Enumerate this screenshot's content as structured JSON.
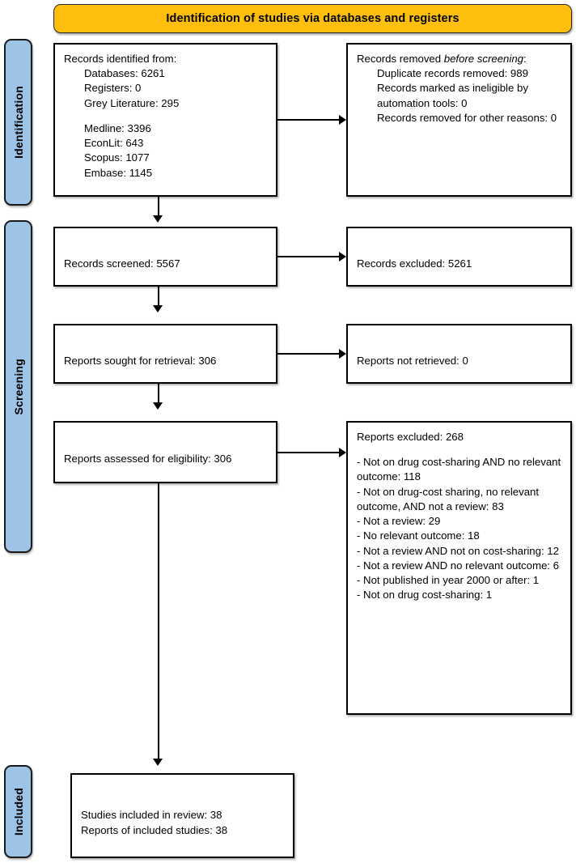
{
  "banner": {
    "title": "Identification of studies via databases and registers",
    "bg_color": "#FDBE0E"
  },
  "stages": {
    "identification": "Identification",
    "screening": "Screening",
    "included": "Included",
    "bg_color": "#9DC3E6"
  },
  "boxes": {
    "identified": {
      "heading": "Records identified from:",
      "lines": [
        "Databases: 6261",
        "Registers: 0",
        "Grey Literature: 295"
      ],
      "lines2": [
        "Medline: 3396",
        "EconLit: 643",
        "Scopus: 1077",
        "Embase: 1145"
      ]
    },
    "removed": {
      "heading_part1": "Records removed ",
      "heading_italic": "before screening",
      "heading_part2": ":",
      "lines": [
        "Duplicate records removed: 989",
        "Records marked as ineligible by automation tools: 0",
        "Records removed for other reasons: 0"
      ]
    },
    "screened": {
      "text": "Records screened: 5567"
    },
    "excluded": {
      "text": "Records excluded: 5261"
    },
    "sought": {
      "text": "Reports sought for retrieval: 306"
    },
    "not_retrieved": {
      "text": "Reports not retrieved: 0"
    },
    "assessed": {
      "text": "Reports assessed for eligibility: 306"
    },
    "reports_excluded": {
      "heading": "Reports excluded: 268",
      "reasons": [
        "- Not on drug cost-sharing AND no relevant outcome: 118",
        "- Not on drug-cost sharing, no relevant outcome, AND not a review: 83",
        "- Not a review: 29",
        "- No relevant outcome: 18",
        "- Not a review AND not on cost-sharing: 12",
        "- Not a review AND no relevant outcome: 6",
        "- Not published in year 2000 or after: 1",
        "- Not on drug cost-sharing: 1"
      ]
    },
    "included": {
      "lines": [
        "Studies included in review: 38",
        "Reports of included studies: 38"
      ]
    }
  }
}
